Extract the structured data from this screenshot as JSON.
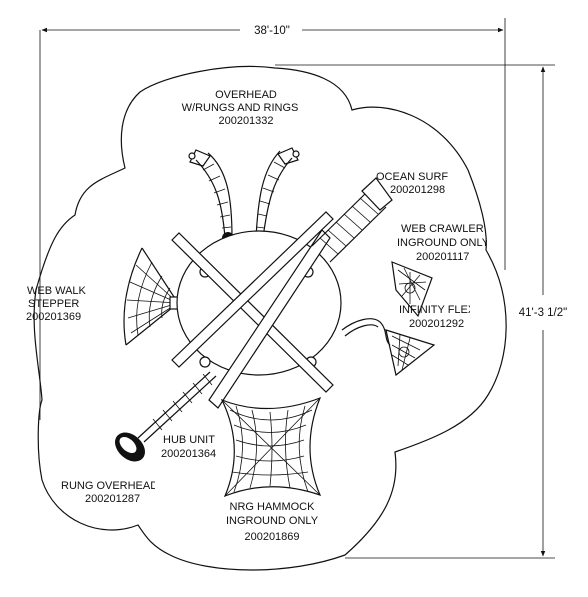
{
  "dimensions": {
    "width": "38'-10\"",
    "height": "41'-3 1/2\""
  },
  "components": [
    {
      "name": "overhead",
      "lines": [
        "OVERHEAD",
        "W/RUNGS AND RINGS",
        "200201332"
      ]
    },
    {
      "name": "ocean-surf",
      "lines": [
        "OCEAN SURF",
        "200201298"
      ]
    },
    {
      "name": "web-crawler",
      "lines": [
        "WEB CRAWLER",
        "INGROUND ONLY",
        "200201117"
      ]
    },
    {
      "name": "infinity-flex",
      "lines": [
        "INFINITY FLEX",
        "200201292"
      ]
    },
    {
      "name": "web-walk-stepper",
      "lines": [
        "WEB WALK",
        "STEPPER",
        "200201369"
      ]
    },
    {
      "name": "hub-unit",
      "lines": [
        "HUB UNIT",
        "200201364"
      ]
    },
    {
      "name": "rung-overhead",
      "lines": [
        "RUNG OVERHEAD",
        "200201287"
      ]
    },
    {
      "name": "nrg-hammock",
      "lines": [
        "NRG HAMMOCK",
        "INGROUND ONLY",
        "200201869"
      ]
    }
  ]
}
